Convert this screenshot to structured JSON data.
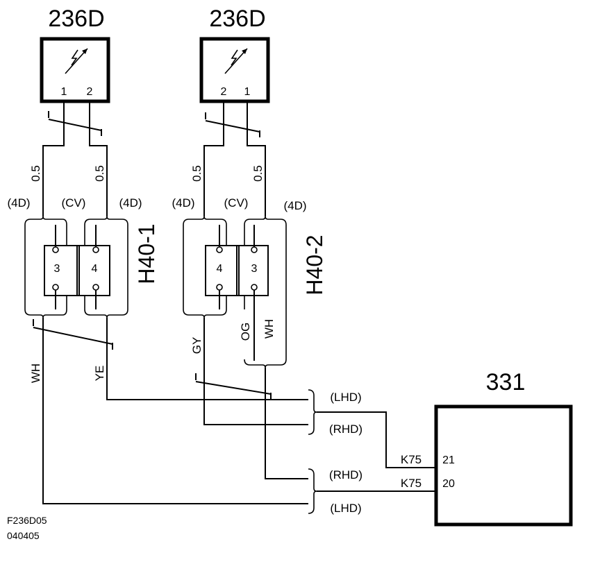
{
  "components": {
    "sensor_left": {
      "label": "236D",
      "pins": [
        "1",
        "2"
      ]
    },
    "sensor_right": {
      "label": "236D",
      "pins": [
        "2",
        "1"
      ]
    },
    "module": {
      "label": "331",
      "pins": [
        "21",
        "20"
      ]
    }
  },
  "connectors": {
    "left": {
      "label": "H40-1",
      "pins": [
        "3",
        "4"
      ]
    },
    "right": {
      "label": "H40-2",
      "pins": [
        "4",
        "3"
      ]
    }
  },
  "wires": {
    "left_a_size": "0.5",
    "left_b_size": "0.5",
    "right_a_size": "0.5",
    "right_b_size": "0.5",
    "wh_left": "WH",
    "ye": "YE",
    "gy": "GY",
    "og": "OG",
    "wh_right": "WH",
    "k75_top": "K75",
    "k75_bottom": "K75"
  },
  "variants": {
    "left_4d_a": "(4D)",
    "left_cv": "(CV)",
    "left_4d_b": "(4D)",
    "right_4d_a": "(4D)",
    "right_cv": "(CV)",
    "right_4d_b": "(4D)",
    "lhd_top": "(LHD)",
    "rhd_top": "(RHD)",
    "rhd_bottom": "(RHD)",
    "lhd_bottom": "(LHD)"
  },
  "footer": {
    "figure_id": "F236D05",
    "date_code": "040405"
  }
}
